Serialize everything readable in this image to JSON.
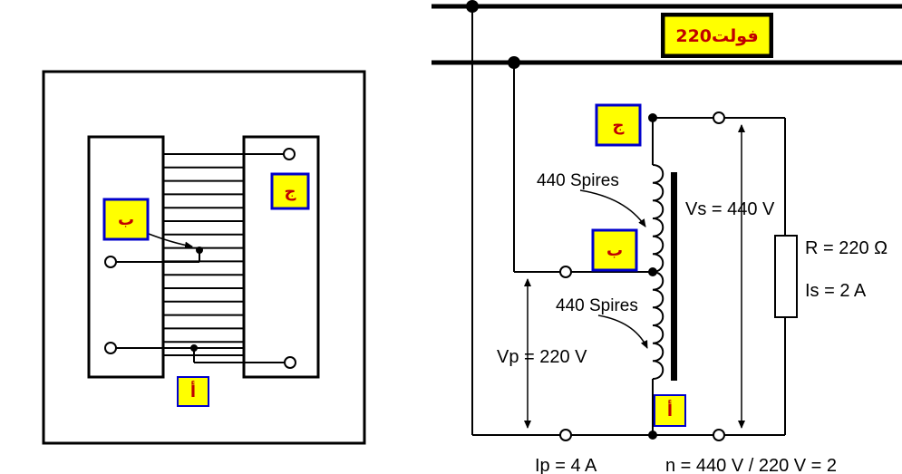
{
  "tags": {
    "left_top": "ج",
    "left_middle": "ب",
    "left_bottom": "أ",
    "right_top": "ج",
    "right_middle": "ب",
    "right_bottom": "أ"
  },
  "supply_label": "220فولت",
  "labels": {
    "turns_upper": "440 Spires",
    "turns_lower": "440 Spires",
    "vs": "Vs = 440 V",
    "vp": "Vp = 220 V",
    "resistance": "R = 220 Ω",
    "is": "Is = 2 A",
    "ip": "Ip = 4 A",
    "ratio": "n = 440 V / 220 V = 2"
  },
  "colors": {
    "tag_fill": "#ffff00",
    "tag_border": "#0000cc",
    "tag_text": "#c00000",
    "line": "#000000"
  }
}
